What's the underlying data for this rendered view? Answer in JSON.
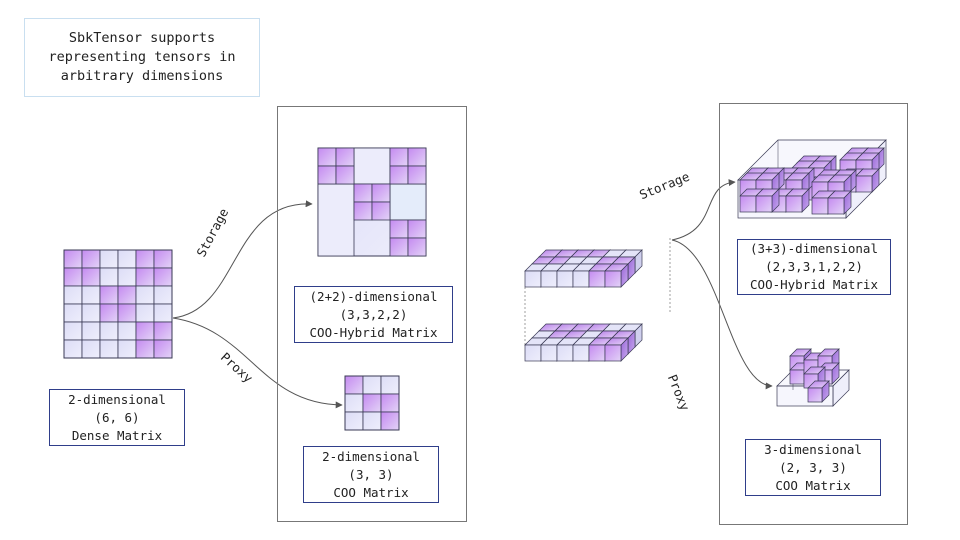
{
  "note": {
    "lines": [
      "SbkTensor supports",
      "representing tensors in",
      "arbitrary dimensions"
    ]
  },
  "edges": {
    "storage": "Storage",
    "proxy": "Proxy"
  },
  "labels": {
    "dense": [
      "2-dimensional",
      "(6, 6)",
      "Dense Matrix"
    ],
    "hybrid2d": [
      "(2+2)-dimensional",
      "(3,3,2,2)",
      "COO-Hybrid Matrix"
    ],
    "coo2d": [
      "2-dimensional",
      "(3, 3)",
      "COO Matrix"
    ],
    "hybrid3d": [
      "(3+3)-dimensional",
      "(2,3,3,1,2,2)",
      "COO-Hybrid Matrix"
    ],
    "coo3d": [
      "3-dimensional",
      "(2, 3, 3)",
      "COO Matrix"
    ]
  },
  "colors": {
    "cell_filled_start": "#c88ef0",
    "cell_filled_end": "#dcc9f5",
    "cell_light": "#e6e6fa",
    "border": "#3a3a55",
    "panel_border": "#777777",
    "label_border": "#2f3e8a",
    "note_border": "#c9dff0"
  },
  "matrices": {
    "dense_6x6": [
      [
        1,
        1,
        0,
        0,
        1,
        1
      ],
      [
        1,
        1,
        0,
        0,
        1,
        1
      ],
      [
        0,
        0,
        1,
        1,
        0,
        0
      ],
      [
        0,
        0,
        1,
        1,
        0,
        0
      ],
      [
        0,
        0,
        0,
        0,
        1,
        1
      ],
      [
        0,
        0,
        0,
        0,
        1,
        1
      ]
    ],
    "coo_3x3": [
      [
        1,
        0,
        0
      ],
      [
        0,
        1,
        1
      ],
      [
        0,
        0,
        1
      ]
    ]
  }
}
